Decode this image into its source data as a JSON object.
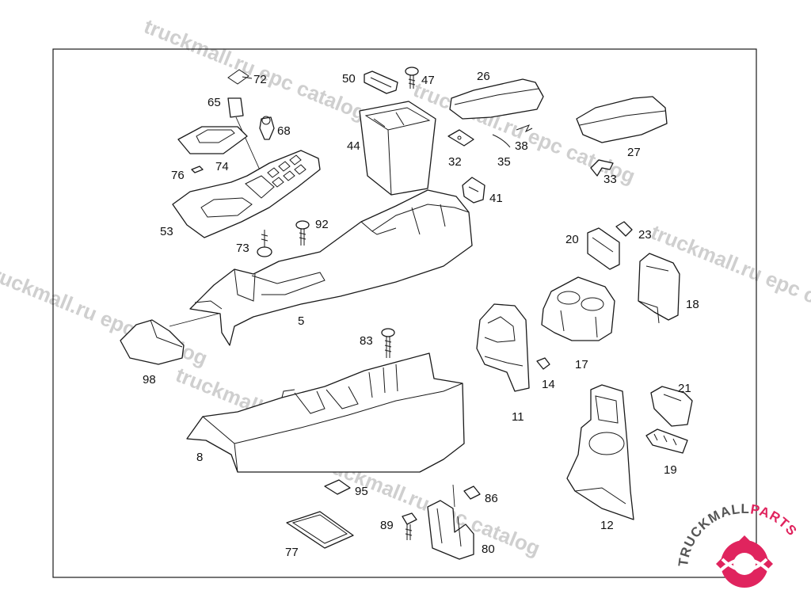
{
  "watermark": {
    "text_1": "truckmall.ru epc catalog",
    "text_2": "truckmall.ru epc catalog",
    "text_3": "truckmall.ru epc catalog",
    "text_4": "truckmall.ru epc catalog",
    "text_5": "truckmall.ru epc catalog",
    "text_6": "truckmall.ru epc catalog"
  },
  "labels": {
    "p72": "72",
    "p50": "50",
    "p47": "47",
    "p26": "26",
    "p65": "65",
    "p68": "68",
    "p44": "44",
    "p38": "38",
    "p27": "27",
    "p76": "76",
    "p74": "74",
    "p32": "32",
    "p35": "35",
    "p33": "33",
    "p41": "41",
    "p53": "53",
    "p92": "92",
    "p73": "73",
    "p20": "20",
    "p23": "23",
    "p18": "18",
    "p5": "5",
    "p83": "83",
    "p98": "98",
    "p17": "17",
    "p14": "14",
    "p11": "11",
    "p21": "21",
    "p19": "19",
    "p8": "8",
    "p95": "95",
    "p86": "86",
    "p89": "89",
    "p80": "80",
    "p77": "77",
    "p12": "12"
  },
  "logo": {
    "text_dark": "TRUCKMALL",
    "text_accent": "PARTS",
    "accent_color": "#e0245e",
    "dark_color": "#555555"
  }
}
